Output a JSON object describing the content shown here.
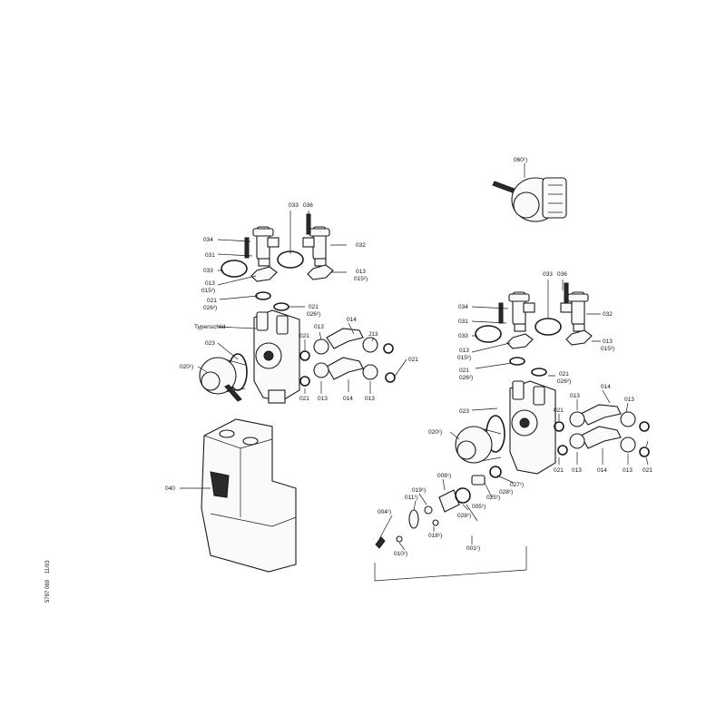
{
  "labels": {
    "p060": "060¹)",
    "l033": "033",
    "l036": "036",
    "l034": "034",
    "l031": "031",
    "l032": "032",
    "l033b": "033",
    "l013": "013",
    "l015": "015²)",
    "l013r": "013",
    "l015r": "015²)",
    "l021": "021",
    "l026": "026²)",
    "l021r": "021",
    "l026r": "026²)",
    "typen": "Typenschild",
    "l023": "023",
    "l020": "020¹)",
    "l021c": "021",
    "l013c": "013",
    "l014": "014",
    "l313": "J13",
    "l021d": "021",
    "l021e": "021",
    "l013d": "013",
    "l014b": "014",
    "l013e": "013",
    "l040": "040",
    "r033": "033",
    "r036": "036",
    "r034": "034",
    "r031": "031",
    "r032": "032",
    "r033b": "033",
    "r013": "013",
    "r015": "015²)",
    "r013r": "013",
    "r015r": "015²)",
    "r021": "021",
    "r026": "026²)",
    "r021r": "021",
    "r026r": "026²)",
    "r023": "023",
    "r020": "020¹)",
    "r021c": "021",
    "r013c": "013",
    "r014": "014",
    "r013f": "013",
    "r021d": "021",
    "r013d": "013",
    "r014b": "014",
    "r013e": "013",
    "r021e": "021",
    "r008": "008¹)",
    "r019": "019¹)",
    "r011": "011¹)",
    "r004": "004¹)",
    "r018": "018¹)",
    "r010": "010¹)",
    "r005": "005¹)",
    "r025": "025¹)",
    "r027": "027¹)",
    "r028": "028¹)",
    "r028b": "028¹)",
    "r001": "001¹)",
    "side1": "5787 069",
    "side2": "11/03"
  }
}
